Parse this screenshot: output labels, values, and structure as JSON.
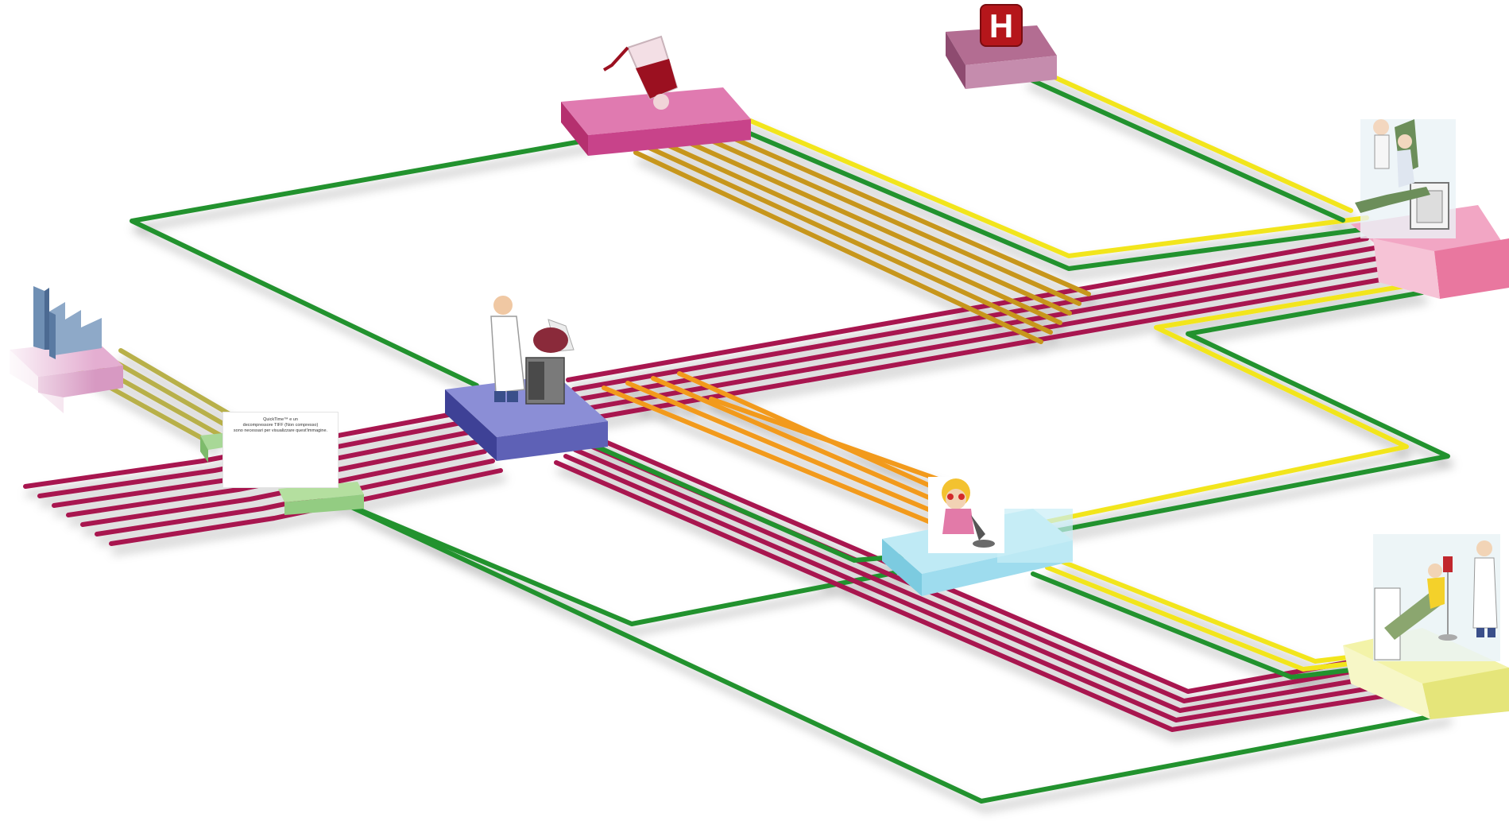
{
  "diagram": {
    "pipe_colors": {
      "green": "#23922f",
      "yellow": "#f2e51d",
      "crimson": "#a8154f",
      "orange": "#f29a1c",
      "gold": "#c7961c",
      "olive": "#b8b04a"
    },
    "nodes": [
      {
        "id": "hospital",
        "icon": "hospital-h-icon",
        "color": "#a9577f",
        "label": "H"
      },
      {
        "id": "blood-collection",
        "icon": "blood-bag-icon",
        "color": "#d4508f"
      },
      {
        "id": "donor-room-top",
        "icon": "blood-donor-chair-icon",
        "color": "#e97aa5"
      },
      {
        "id": "factory",
        "icon": "factory-icon",
        "color": "#d799c2"
      },
      {
        "id": "junction-left",
        "icon": "",
        "color": "#93cc82"
      },
      {
        "id": "laboratory",
        "icon": "lab-technician-icon",
        "color": "#5e61b6"
      },
      {
        "id": "microscope-lab",
        "icon": "microscope-icon",
        "color": "#8fd6ea"
      },
      {
        "id": "donor-room-bottom",
        "icon": "transfusion-icon",
        "color": "#ecec8a"
      }
    ],
    "quicktime_notice": {
      "line1": "QuickTime™ e un",
      "line2": "decompressore TIFF (Non compresso)",
      "line3": "sono necessari per visualizzare quest'immagine."
    }
  }
}
